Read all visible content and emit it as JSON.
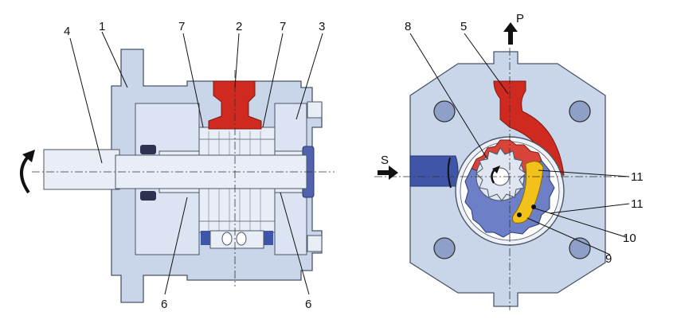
{
  "labels": {
    "n1": "1",
    "n2": "2",
    "n3": "3",
    "n4": "4",
    "n5": "5",
    "n6a": "6",
    "n6b": "6",
    "n7a": "7",
    "n7b": "7",
    "n8": "8",
    "n9": "9",
    "n10": "10",
    "n11a": "11",
    "n11b": "11",
    "port_p": "P",
    "port_s": "S"
  },
  "colors": {
    "pressure": "#d02a20",
    "suction": "#3f55a8",
    "housing": "#c9d6ea",
    "filler_piece": "#f2c21a"
  },
  "icons": {
    "rotation": "curved-arrow-icon",
    "flow_out": "arrow-up-icon",
    "flow_in": "arrow-right-icon"
  }
}
